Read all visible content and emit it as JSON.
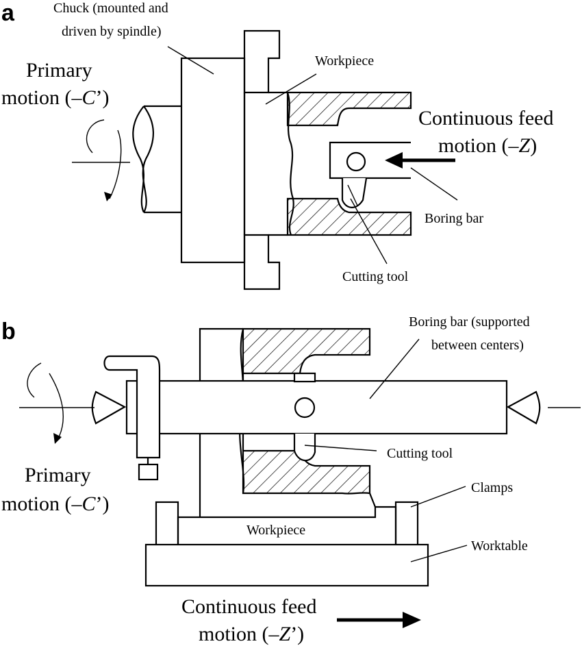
{
  "panel_a": {
    "letter": "a",
    "chuck_label_line1": "Chuck (mounted and",
    "chuck_label_line2": "driven by spindle)",
    "workpiece_label": "Workpiece",
    "primary_motion_line1": "Primary",
    "primary_motion_line2_pre": "motion (–",
    "primary_motion_var": "C",
    "primary_motion_line2_post": "’)",
    "feed_line1": "Continuous feed",
    "feed_line2_pre": "motion (–",
    "feed_var": "Z",
    "feed_line2_post": ")",
    "boring_bar_label": "Boring bar",
    "cutting_tool_label": "Cutting tool"
  },
  "panel_b": {
    "letter": "b",
    "boring_bar_line1": "Boring bar (supported",
    "boring_bar_line2": "between centers)",
    "cutting_tool_label": "Cutting tool",
    "primary_motion_line1": "Primary",
    "primary_motion_line2_pre": "motion (–",
    "primary_motion_var": "C",
    "primary_motion_line2_post": "’)",
    "clamps_label": "Clamps",
    "workpiece_label": "Workpiece",
    "worktable_label": "Worktable",
    "feed_line1": "Continuous feed",
    "feed_line2_pre": "motion (–",
    "feed_var": "Z",
    "feed_line2_post": "’)"
  }
}
